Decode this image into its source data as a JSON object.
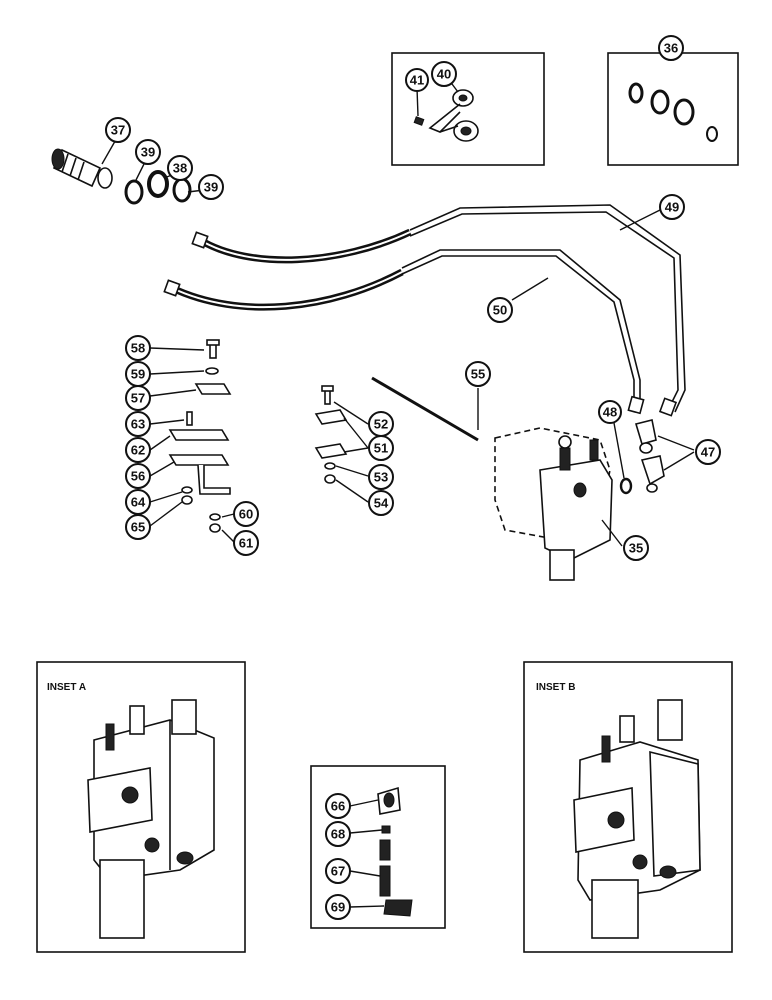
{
  "insets": {
    "a": {
      "label": "INSET A"
    },
    "b": {
      "label": "INSET B"
    }
  },
  "callouts": [
    "35",
    "36",
    "37",
    "38",
    "39",
    "39",
    "40",
    "41",
    "47",
    "48",
    "49",
    "50",
    "51",
    "52",
    "53",
    "54",
    "55",
    "56",
    "57",
    "58",
    "59",
    "60",
    "61",
    "62",
    "63",
    "64",
    "65",
    "66",
    "67",
    "68",
    "69"
  ]
}
